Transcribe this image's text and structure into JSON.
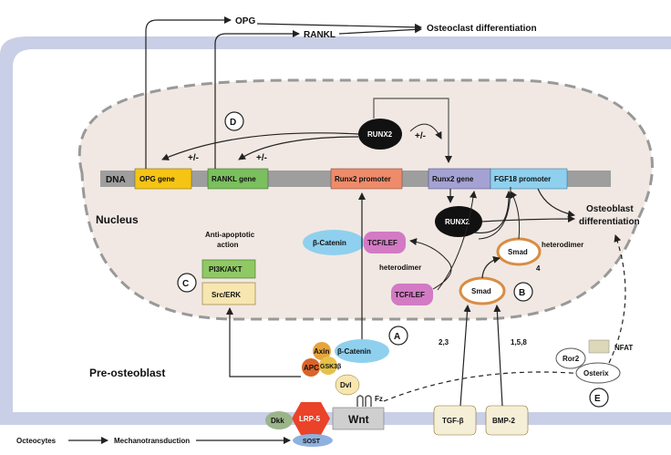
{
  "top": {
    "opg": "OPG",
    "rankl": "RANKL",
    "osteoclast_diff": "Osteoclast differentiation"
  },
  "labels": {
    "dna": "DNA",
    "nucleus": "Nucleus",
    "pre_osteoblast": "Pre-osteoblast",
    "osteocytes": "Octeocytes",
    "mechano": "Mechanotransduction",
    "anti_apoptotic_1": "Anti-apoptotic",
    "anti_apoptotic_2": "action",
    "heterodimer_left": "heterodimer",
    "heterodimer_right": "heterodimer",
    "osteoblast_diff_1": "Osteoblast",
    "osteoblast_diff_2": "differentiation",
    "plus_minus_1": "+/-",
    "plus_minus_2": "+/-",
    "plus_minus_3": "+/-",
    "num_23": "2,3",
    "num_158": "1,5,8",
    "num_4": "4"
  },
  "genes": {
    "opg_gene": "OPG gene",
    "rankl_gene": "RANKL gene",
    "runx2_promoter": "Runx2 promoter",
    "runx2_gene": "Runx2 gene",
    "fgf18_promoter": "FGF18 promoter"
  },
  "proteins": {
    "runx2_top": "RUNX2",
    "runx2_mid": "RUNX2",
    "beta_catenin_nuc": "β-Catenin",
    "tcf_lef_nuc": "TCF/LEF",
    "tcf_lef_cyt": "TCF/LEF",
    "smad_top": "Smad",
    "smad_bottom": "Smad",
    "pi3k_akt": "PI3K/AKT",
    "src_erk": "Src/ERK",
    "axin": "Axin",
    "apc": "APC",
    "gsk3b": "GSK3β",
    "beta_catenin_cyt": "β-Catenin",
    "dvl": "Dvl",
    "fz": "Fz",
    "lrp5": "LRP-5",
    "dkk": "Dkk",
    "wnt": "Wnt",
    "sost": "SOST",
    "tgf_b": "TGF-β",
    "bmp2": "BMP-2",
    "ror2": "Ror2",
    "osterix": "Osterix",
    "nfat": "NFAT"
  },
  "markers": {
    "a": "A",
    "b": "B",
    "c": "C",
    "d": "D",
    "e": "E"
  },
  "colors": {
    "membrane": "#c9cfe6",
    "nucleus_fill": "#f1e8e3",
    "dna_bar": "#9e9e9e",
    "opg_gene": "#f6c414",
    "rankl_gene": "#7bbf5e",
    "runx2_promoter": "#ee8b6a",
    "runx2_gene": "#a4a2d3",
    "fgf18_promoter": "#8fd0ee",
    "beta_catenin": "#8fd0ee",
    "tcf_lef": "#d27ac4",
    "smad_ring": "#d88d43",
    "lrp5": "#e9432a",
    "pi3k": "#90c964",
    "src_erk": "#f7e6b0"
  }
}
